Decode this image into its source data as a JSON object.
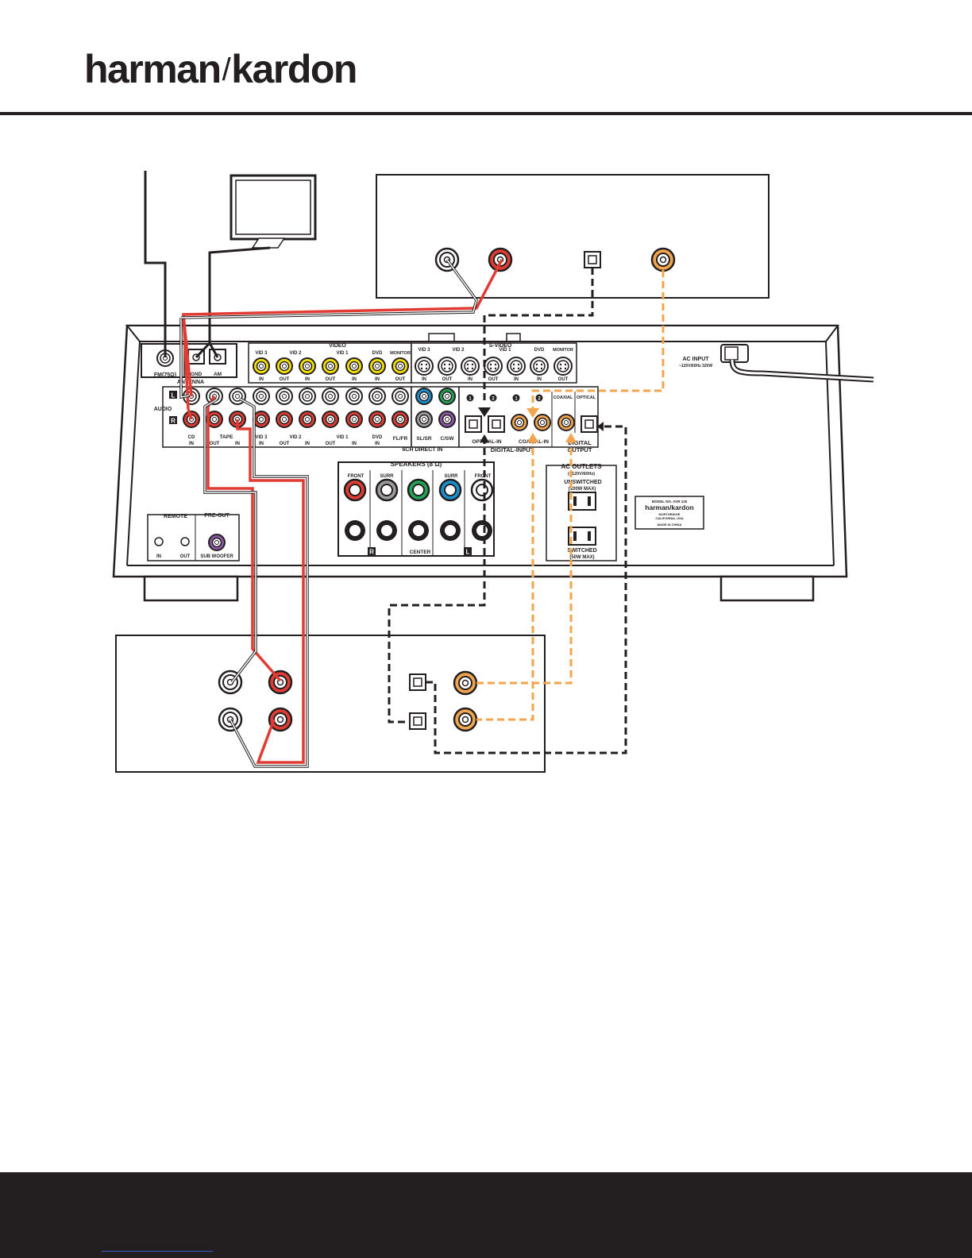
{
  "brand": {
    "name": "harman",
    "name2": "kardon",
    "separator": "/"
  },
  "colors": {
    "ink": "#231f20",
    "red": "#e13b33",
    "orange": "#f3a54e",
    "yellow": "#f5e100",
    "green": "#23a455",
    "blue": "#1a8fd0",
    "purple": "#8a57a5",
    "gray": "#9c9c9c",
    "footer": "#231f20"
  },
  "receiver": {
    "antenna": {
      "fm": "FM(75Ω)",
      "gnd": "GND",
      "am": "AM",
      "group": "ANTENNA"
    },
    "audio": {
      "label": "AUDIO",
      "left": "L",
      "right": "R",
      "cd": "CD",
      "tape": "TAPE",
      "in": "IN",
      "out": "OUT"
    },
    "video": {
      "group": "VIDEO",
      "vid3": "VID 3",
      "vid2": "VID 2",
      "vid1": "VID 1",
      "dvd": "DVD",
      "monitor": "MONITOR",
      "in": "IN",
      "out": "OUT"
    },
    "svideo": {
      "group": "S-VIDEO"
    },
    "six_ch": {
      "flfr": "FL/FR",
      "slsr": "SL/SR",
      "csw": "C/SW",
      "group": "6CH DIRECT IN"
    },
    "digital": {
      "coaxial": "COAXIAL",
      "optical": "OPTICAL",
      "optical_in": "OPTICAL-IN",
      "coaxial_in": "COAXIAL-IN",
      "digital_input": "DIGITAL-INPUT",
      "digital_output": "DIGITAL",
      "digital_output2": "OUTPUT",
      "one": "1",
      "two": "2"
    },
    "speakers": {
      "group": "SPEAKERS (8 Ω)",
      "front": "FRONT",
      "surr": "SURR",
      "center": "CENTER",
      "r": "R",
      "l": "L"
    },
    "remote": {
      "group": "REMOTE",
      "in": "IN",
      "out": "OUT"
    },
    "preout": {
      "group": "PRE-OUT",
      "sub": "SUB WOOFER"
    },
    "ac_outlets": {
      "group": "AC OUTLETS",
      "rating": "(~120V/60Hz)",
      "unswitched": "UNSWITCHED",
      "unswitched_rating": "(100W     MAX)",
      "switched": "SWITCHED",
      "switched_rating": "(50W       MAX)"
    },
    "ac_input": {
      "label": "AC INPUT",
      "rating": "~120V/60Hz  320W"
    },
    "model_label": {
      "line1": "MODEL NO. AVR 125",
      "line2": "harman/kardon",
      "line3": "NORTHRIDGE",
      "line4": "CALIFORNIA, USA",
      "line5": "MADE IN CHINA"
    }
  }
}
